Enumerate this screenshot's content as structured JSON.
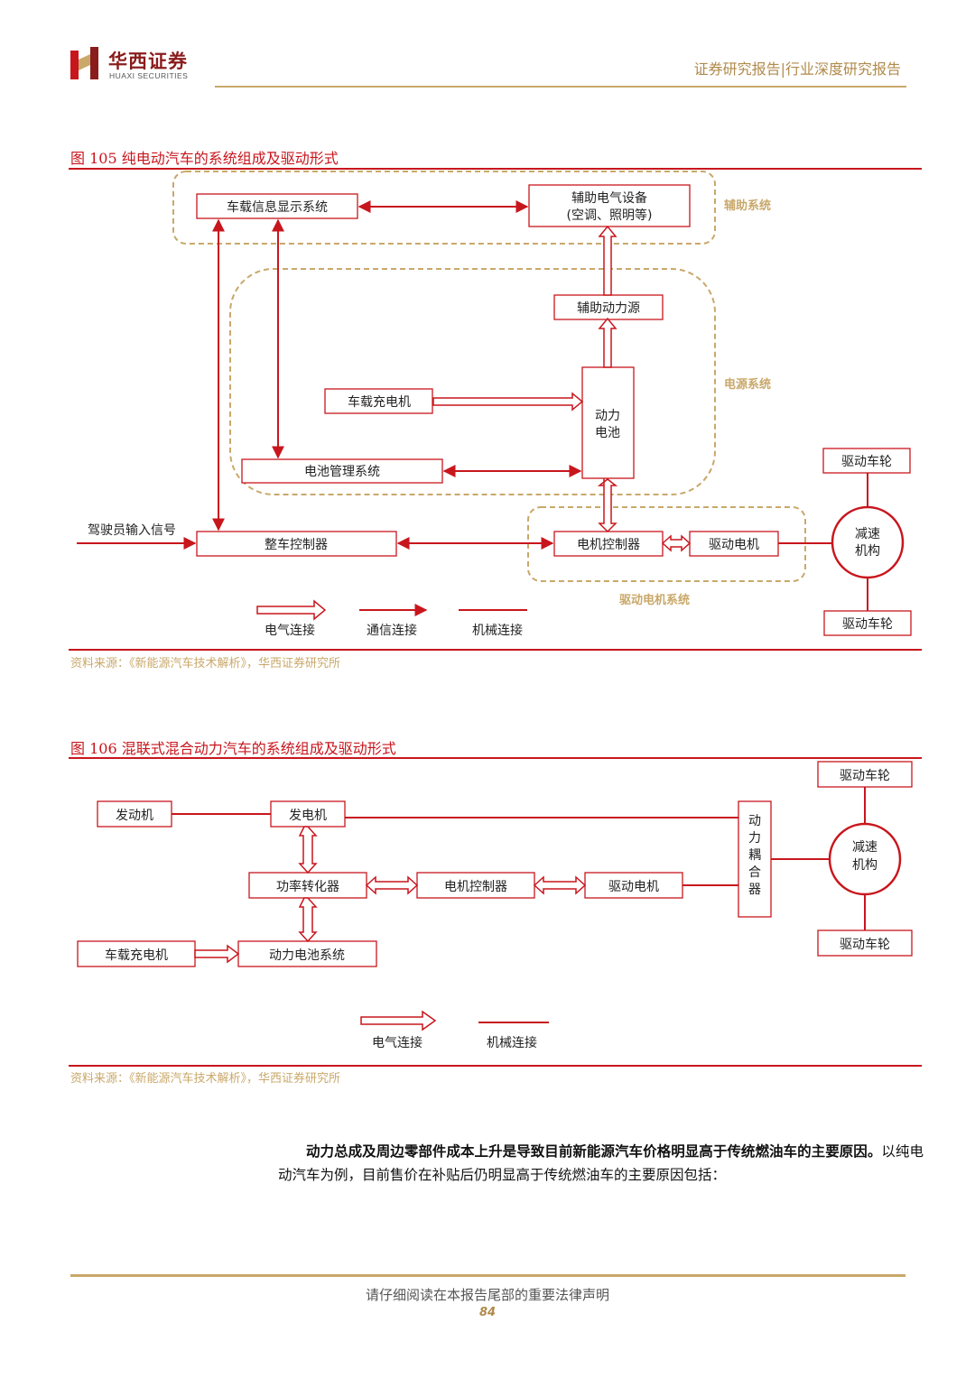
{
  "header": {
    "logo_cn": "华西证券",
    "logo_en": "HUAXI SECURITIES",
    "report_type": "证券研究报告|行业深度研究报告"
  },
  "figure105": {
    "title": "图 105  纯电动汽车的系统组成及驱动形式",
    "nodes": {
      "display": "车载信息显示系统",
      "aux_equipment_l1": "辅助电气设备",
      "aux_equipment_l2": "(空调、照明等)",
      "aux_power": "辅助动力源",
      "charger": "车载充电机",
      "battery_l1": "动力",
      "battery_l2": "电池",
      "bms": "电池管理系统",
      "vcu": "整车控制器",
      "motor_ctrl": "电机控制器",
      "motor": "驱动电机",
      "reducer_l1": "减速",
      "reducer_l2": "机构",
      "wheel_top": "驱动车轮",
      "wheel_bottom": "驱动车轮",
      "driver_input": "驾驶员输入信号"
    },
    "groups": {
      "aux": "辅助系统",
      "power": "电源系统",
      "drive": "驱动电机系统"
    },
    "legend": {
      "electrical": "电气连接",
      "communication": "通信连接",
      "mechanical": "机械连接"
    },
    "source": "资料来源：《新能源汽车技术解析》，华西证券研究所"
  },
  "figure106": {
    "title": "图 106  混联式混合动力汽车的系统组成及驱动形式",
    "nodes": {
      "engine": "发动机",
      "generator": "发电机",
      "power_converter": "功率转化器",
      "motor_ctrl": "电机控制器",
      "motor": "驱动电机",
      "coupler": "动力耦合器",
      "charger": "车载充电机",
      "battery_system": "动力电池系统",
      "reducer_l1": "减速",
      "reducer_l2": "机构",
      "wheel_top": "驱动车轮",
      "wheel_bottom": "驱动车轮"
    },
    "legend": {
      "electrical": "电气连接",
      "mechanical": "机械连接"
    },
    "source": "资料来源：《新能源汽车技术解析》，华西证券研究所"
  },
  "body": {
    "bold_part": "动力总成及周边零部件成本上升是导致目前新能源汽车价格明显高于传统燃油车的主要原因。",
    "normal_part": "以纯电动汽车为例，目前售价在补贴后仍明显高于传统燃油车的主要原因包括："
  },
  "footer": {
    "note": "请仔细阅读在本报告尾部的重要法律声明",
    "page_number": "84"
  },
  "colors": {
    "brand_red": "#c8161d",
    "gold": "#c9a86a",
    "dark_red": "#8a1c1c"
  }
}
